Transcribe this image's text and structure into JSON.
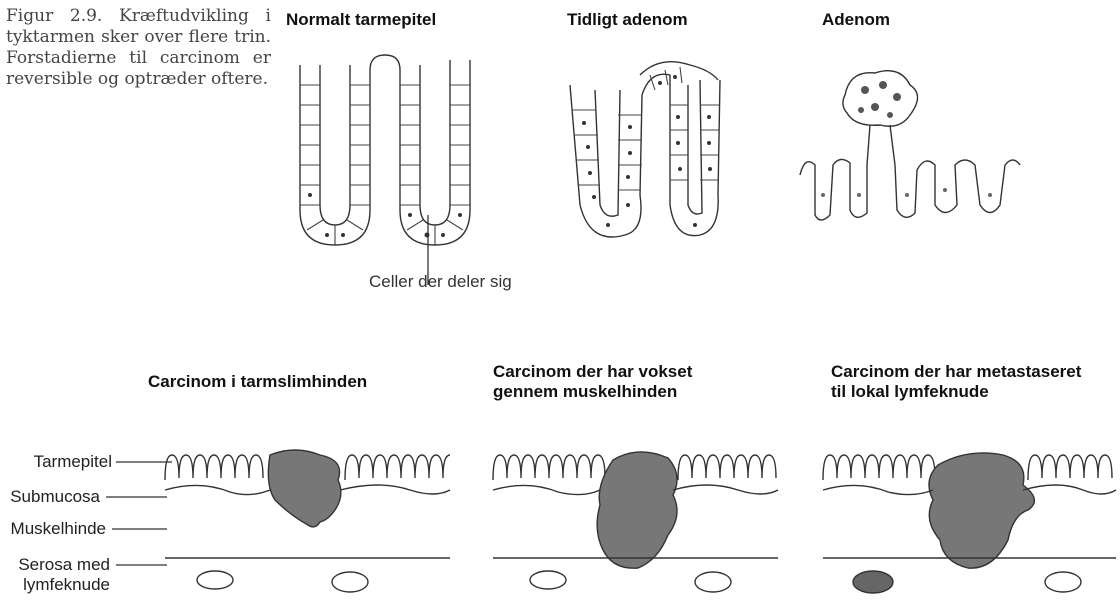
{
  "figure": {
    "caption": "Figur 2.9. Kræftudvikling i tyktarmen sker over flere trin. Forstadierne til carcinom er reversible og optræder oftere."
  },
  "top_row": {
    "panels": [
      {
        "title": "Normalt tarmepitel"
      },
      {
        "title": "Tidligt adenom"
      },
      {
        "title": "Adenom"
      }
    ],
    "annotation": "Celler der deler sig"
  },
  "bottom_row": {
    "panels": [
      {
        "title_line1": "Carcinom i tarmslimhinden",
        "title_line2": ""
      },
      {
        "title_line1": "Carcinom der har vokset",
        "title_line2": "gennem muskelhinden"
      },
      {
        "title_line1": "Carcinom der har metastaseret",
        "title_line2": "til lokal lymfeknude"
      }
    ],
    "layer_labels": {
      "tarmepitel": "Tarmepitel",
      "submucosa": "Submucosa",
      "muskelhinde": "Muskelhinde",
      "serosa_line1": "Serosa med",
      "serosa_line2": "lymfeknude"
    }
  }
}
